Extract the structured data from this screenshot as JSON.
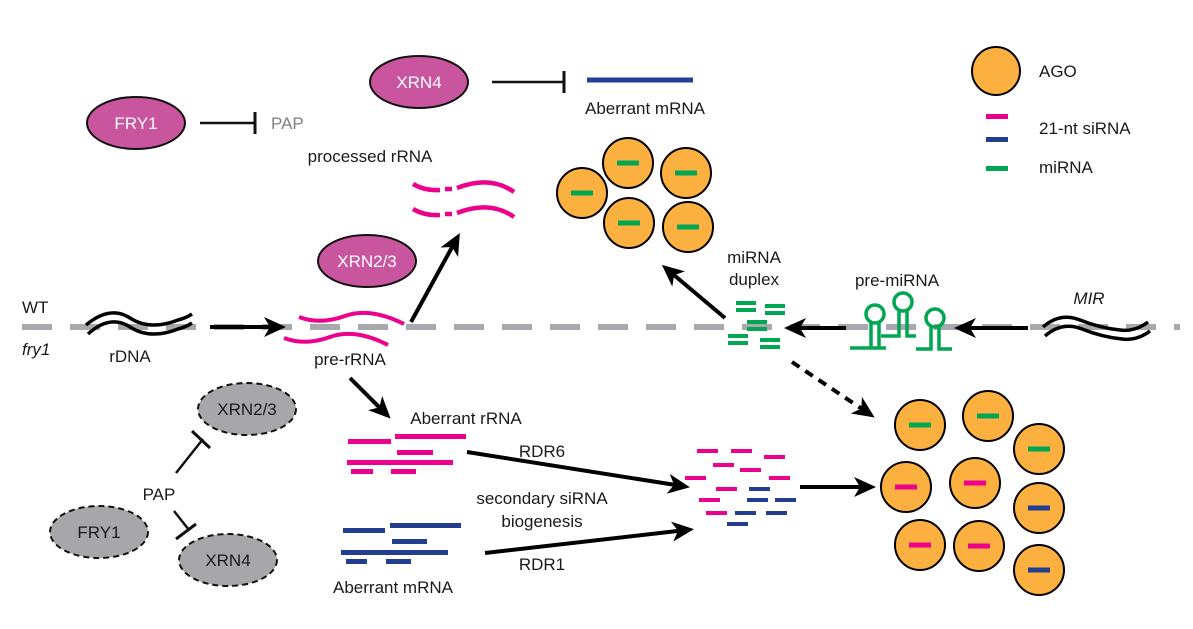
{
  "colors": {
    "magenta_protein": "#C8559E",
    "grey_protein": "#A7A7A9",
    "ago_fill": "#FBB040",
    "rrna_pink": "#EC008C",
    "mrna_blue": "#233D91",
    "mirna_green": "#00A651",
    "baseline_grey": "#A7A9AC",
    "inactive_text": "#808080"
  },
  "legend": {
    "ago": "AGO",
    "sirna": "21-nt siRNA",
    "mirna": "miRNA"
  },
  "wt_panel": {
    "fry1": "FRY1",
    "pap": "PAP",
    "xrn4": "XRN4",
    "aberrant_mrna": "Aberrant mRNA",
    "processed_rrna": "processed rRNA",
    "xrn23": "XRN2/3"
  },
  "baseline": {
    "wt": "WT",
    "fry1": "fry1",
    "rdna": "rDNA",
    "pre_rrna": "pre-rRNA",
    "mirna_duplex_line1": "miRNA",
    "mirna_duplex_line2": "duplex",
    "pre_mirna": "pre-miRNA",
    "mir": "MIR"
  },
  "fry1_panel": {
    "xrn23": "XRN2/3",
    "pap": "PAP",
    "fry1": "FRY1",
    "xrn4": "XRN4",
    "aberrant_rrna": "Aberrant rRNA",
    "aberrant_mrna": "Aberrant mRNA",
    "rdr6": "RDR6",
    "rdr1": "RDR1",
    "secondary_line1": "secondary siRNA",
    "secondary_line2": "biogenesis"
  },
  "ago_clusters": {
    "wt_cluster_loads": [
      "miRNA",
      "miRNA",
      "miRNA",
      "miRNA",
      "miRNA"
    ],
    "fry1_cluster_loads": [
      "miRNA",
      "miRNA",
      "miRNA",
      "21-nt siRNA (rRNA)",
      "21-nt siRNA (rRNA)",
      "21-nt siRNA (mRNA)",
      "21-nt siRNA (rRNA)",
      "21-nt siRNA (rRNA)",
      "21-nt siRNA (mRNA)"
    ]
  }
}
